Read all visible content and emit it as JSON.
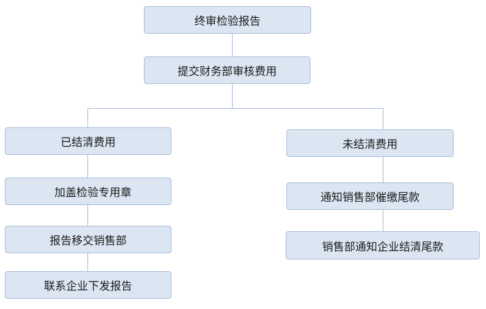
{
  "nodes": {
    "final_report": "终审检验报告",
    "finance_review": "提交财务部审核费用",
    "settled": "已结清费用",
    "stamp": "加盖检验专用章",
    "transfer_sales": "报告移交销售部",
    "contact_company": "联系企业下发报告",
    "unsettled": "未结清费用",
    "notify_sales": "通知销售部催缴尾款",
    "sales_notify_company": "销售部通知企业结清尾款"
  },
  "colors": {
    "node_fill": "#dce6f3",
    "node_border": "#a9bcd8",
    "connector": "#a9bcd8"
  }
}
